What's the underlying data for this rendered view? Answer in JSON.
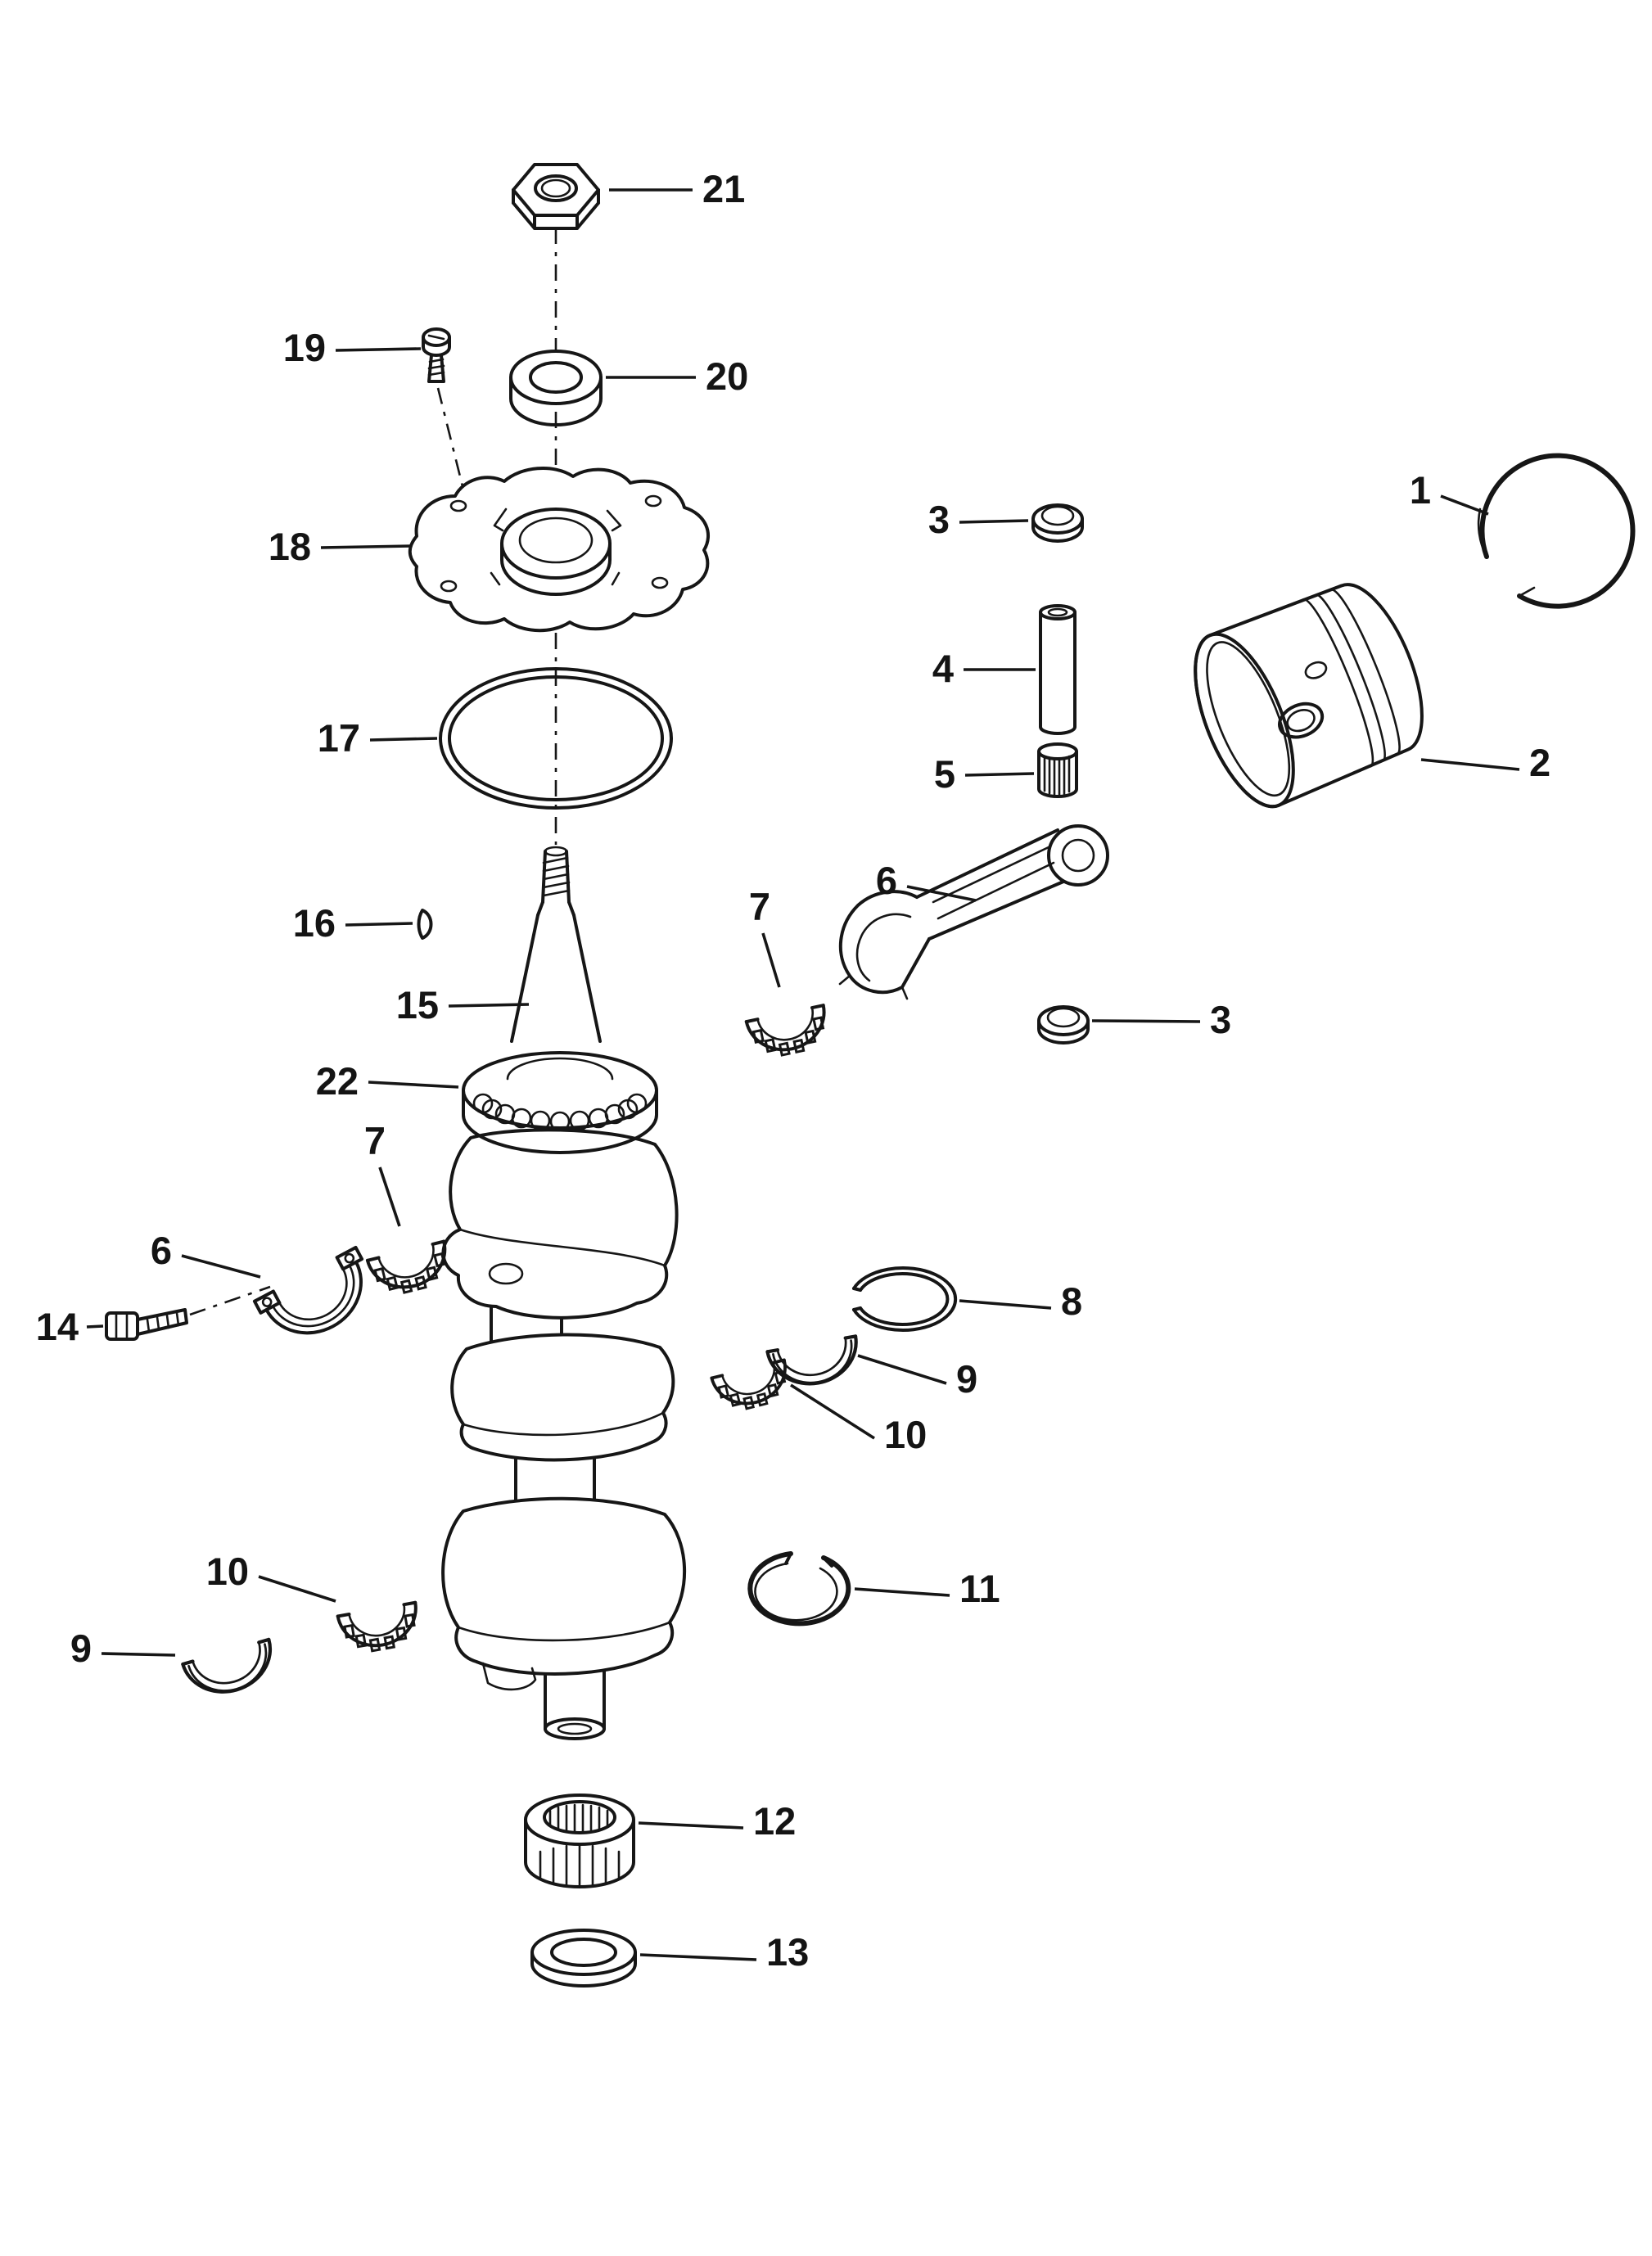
{
  "figure": {
    "type": "exploded-parts-diagram",
    "subject": "crankshaft-and-piston-assembly",
    "background_color": "#ffffff",
    "line_color": "#161616",
    "callouts": [
      {
        "id": "c21",
        "label": "21",
        "part": "hex-nut"
      },
      {
        "id": "c19",
        "label": "19",
        "part": "screw"
      },
      {
        "id": "c20",
        "label": "20",
        "part": "spacer-collar"
      },
      {
        "id": "c18",
        "label": "18",
        "part": "bearing-head-plate"
      },
      {
        "id": "c17",
        "label": "17",
        "part": "o-ring-gasket"
      },
      {
        "id": "c16",
        "label": "16",
        "part": "woodruff-key"
      },
      {
        "id": "c15",
        "label": "15",
        "part": "crankshaft"
      },
      {
        "id": "c22",
        "label": "22",
        "part": "main-ball-bearing"
      },
      {
        "id": "c7a",
        "label": "7",
        "part": "needle-cage-half-upper"
      },
      {
        "id": "c7b",
        "label": "7",
        "part": "needle-cage-half-left"
      },
      {
        "id": "c6a",
        "label": "6",
        "part": "connecting-rod"
      },
      {
        "id": "c6b",
        "label": "6",
        "part": "connecting-rod-cap"
      },
      {
        "id": "c14",
        "label": "14",
        "part": "rod-bolt"
      },
      {
        "id": "c3a",
        "label": "3",
        "part": "piston-pin-cap-upper"
      },
      {
        "id": "c3b",
        "label": "3",
        "part": "piston-pin-cap-lower"
      },
      {
        "id": "c4",
        "label": "4",
        "part": "piston-pin"
      },
      {
        "id": "c5",
        "label": "5",
        "part": "pin-needle-bearing"
      },
      {
        "id": "c1",
        "label": "1",
        "part": "piston-ring"
      },
      {
        "id": "c2",
        "label": "2",
        "part": "piston"
      },
      {
        "id": "c8",
        "label": "8",
        "part": "retaining-ring-center"
      },
      {
        "id": "c9a",
        "label": "9",
        "part": "bearing-race-half-right"
      },
      {
        "id": "c9b",
        "label": "9",
        "part": "bearing-race-half-left"
      },
      {
        "id": "c10a",
        "label": "10",
        "part": "needle-cage-half-right"
      },
      {
        "id": "c10b",
        "label": "10",
        "part": "needle-cage-half-lower-left"
      },
      {
        "id": "c11",
        "label": "11",
        "part": "retaining-ring-lower"
      },
      {
        "id": "c12",
        "label": "12",
        "part": "center-main-needle-bearing"
      },
      {
        "id": "c13",
        "label": "13",
        "part": "seal-washer"
      }
    ]
  }
}
